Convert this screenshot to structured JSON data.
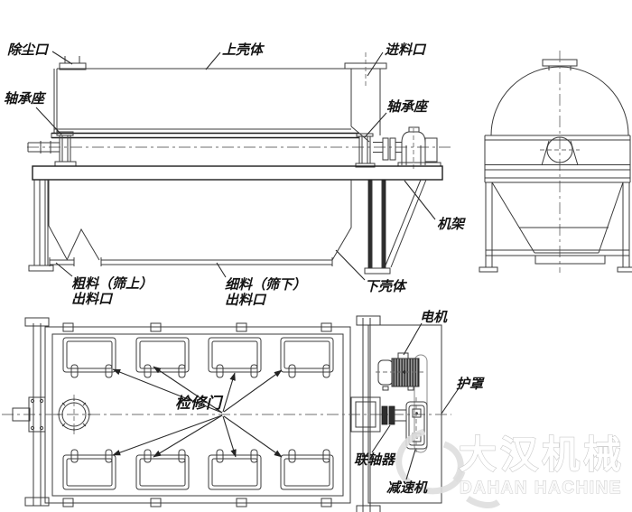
{
  "colors": {
    "line": "#3b3b3b",
    "dark_line": "#1c1c1c",
    "label_text": "#141414",
    "watermark_outline": "#c6c6c6",
    "watermark_fill": "#ffffff"
  },
  "views": {
    "side": {
      "labels": {
        "dust_port": "除尘口",
        "bearing_seat_left": "轴承座",
        "upper_shell": "上壳体",
        "feed_inlet": "进料口",
        "bearing_seat_right": "轴承座",
        "frame": "机架",
        "lower_shell": "下壳体",
        "coarse_outlet_line1": "粗料（筛上）",
        "coarse_outlet_line2": "出料口",
        "fine_outlet_line1": "细料（筛下）",
        "fine_outlet_line2": "出料口"
      }
    },
    "plan": {
      "labels": {
        "inspection_door": "检修门",
        "motor": "电机",
        "guard": "护罩",
        "coupling": "联轴器",
        "reducer": "减速机"
      }
    }
  },
  "watermark": {
    "cn": "大汉机械",
    "en": "DAHAN HACHINE"
  }
}
